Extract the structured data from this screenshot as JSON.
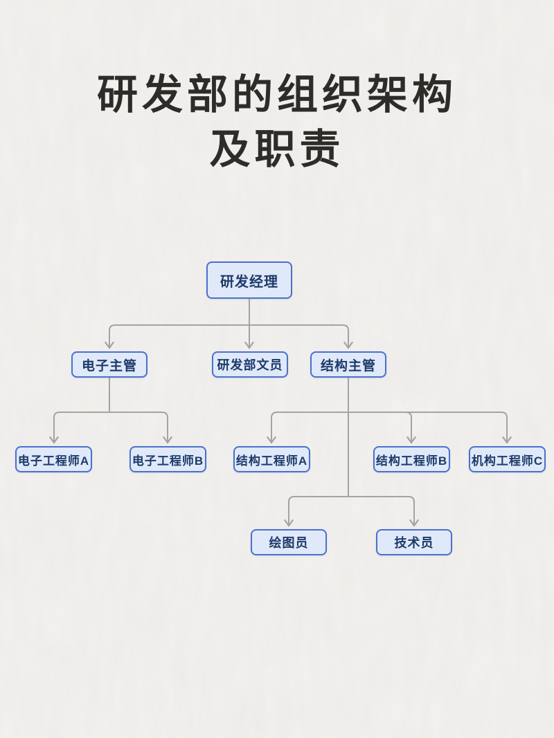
{
  "title": {
    "line1": "研发部的组织架构",
    "line2": "及职责"
  },
  "org": {
    "nodes": [
      {
        "id": "rd-manager",
        "label": "研发经理",
        "level": 1
      },
      {
        "id": "electronics-supervisor",
        "label": "电子主管",
        "level": 2
      },
      {
        "id": "rd-clerk",
        "label": "研发部文员",
        "level": 2
      },
      {
        "id": "structure-supervisor",
        "label": "结构主管",
        "level": 2
      },
      {
        "id": "electronics-engineer-a",
        "label": "电子工程师A",
        "level": 3
      },
      {
        "id": "electronics-engineer-b",
        "label": "电子工程师B",
        "level": 3
      },
      {
        "id": "structure-engineer-a",
        "label": "结构工程师A",
        "level": 3
      },
      {
        "id": "structure-engineer-b",
        "label": "结构工程师B",
        "level": 3
      },
      {
        "id": "mechanism-engineer-c",
        "label": "机构工程师C",
        "level": 3
      },
      {
        "id": "draftsman",
        "label": "绘图员",
        "level": 4
      },
      {
        "id": "technician",
        "label": "技术员",
        "level": 4
      }
    ],
    "edges": [
      [
        "研发经理",
        "电子主管"
      ],
      [
        "研发经理",
        "研发部文员"
      ],
      [
        "研发经理",
        "结构主管"
      ],
      [
        "电子主管",
        "电子工程师A"
      ],
      [
        "电子主管",
        "电子工程师B"
      ],
      [
        "结构主管",
        "结构工程师A"
      ],
      [
        "结构主管",
        "结构工程师B"
      ],
      [
        "结构主管",
        "机构工程师C"
      ],
      [
        "结构主管",
        "绘图员"
      ],
      [
        "结构主管",
        "技术员"
      ]
    ]
  },
  "colors": {
    "background": "#ebe9e6",
    "node_fill": "#dfe9f9",
    "node_border": "#4b70cc",
    "node_text": "#1d3a69",
    "connector": "#a5a3a0",
    "title_text": "#2e2b28"
  }
}
